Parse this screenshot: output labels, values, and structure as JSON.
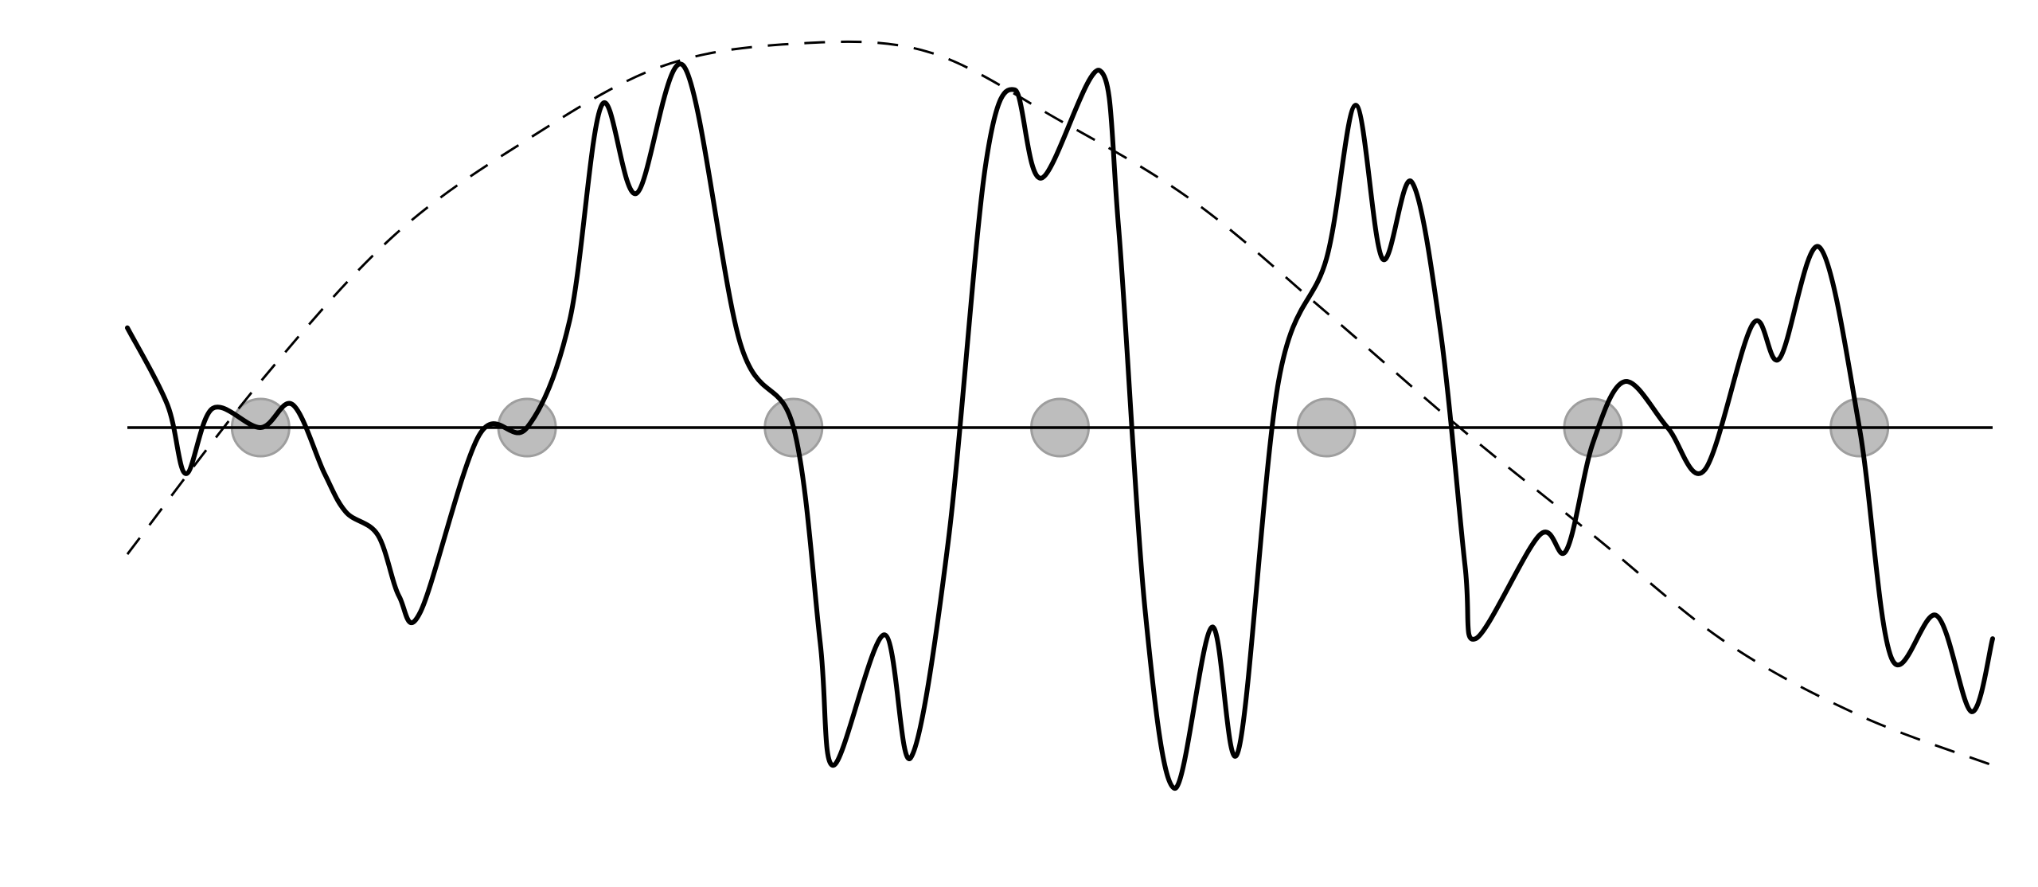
{
  "chart_data": {
    "type": "line",
    "title": "",
    "xlabel": "",
    "ylabel": "",
    "xlim": [
      0,
      7
    ],
    "ylim": [
      -1.05,
      1.05
    ],
    "grid": false,
    "axes_visible": false,
    "legend": "none",
    "baseline": {
      "y": 0
    },
    "sample_markers": {
      "x": [
        0.5,
        1.5,
        2.5,
        3.5,
        4.5,
        5.5,
        6.5
      ],
      "y": 0
    },
    "series": [
      {
        "style": "solid",
        "points": [
          [
            0.0,
            0.26
          ],
          [
            0.15,
            0.06
          ],
          [
            0.22,
            -0.12
          ],
          [
            0.32,
            0.05
          ],
          [
            0.5,
            0.0
          ],
          [
            0.62,
            0.06
          ],
          [
            0.74,
            -0.12
          ],
          [
            0.82,
            -0.22
          ],
          [
            0.94,
            -0.28
          ],
          [
            1.02,
            -0.44
          ],
          [
            1.1,
            -0.48
          ],
          [
            1.32,
            -0.02
          ],
          [
            1.5,
            0.0
          ],
          [
            1.66,
            0.28
          ],
          [
            1.78,
            0.84
          ],
          [
            1.91,
            0.61
          ],
          [
            2.09,
            0.94
          ],
          [
            2.3,
            0.22
          ],
          [
            2.5,
            0.0
          ],
          [
            2.6,
            -0.56
          ],
          [
            2.65,
            -0.88
          ],
          [
            2.84,
            -0.54
          ],
          [
            2.94,
            -0.86
          ],
          [
            3.08,
            -0.3
          ],
          [
            3.22,
            0.68
          ],
          [
            3.33,
            0.88
          ],
          [
            3.43,
            0.65
          ],
          [
            3.65,
            0.93
          ],
          [
            3.72,
            0.52
          ],
          [
            3.82,
            -0.48
          ],
          [
            3.93,
            -0.94
          ],
          [
            4.07,
            -0.52
          ],
          [
            4.17,
            -0.84
          ],
          [
            4.32,
            0.12
          ],
          [
            4.5,
            0.44
          ],
          [
            4.61,
            0.84
          ],
          [
            4.71,
            0.44
          ],
          [
            4.82,
            0.64
          ],
          [
            4.93,
            0.24
          ],
          [
            5.02,
            -0.36
          ],
          [
            5.06,
            -0.55
          ],
          [
            5.3,
            -0.28
          ],
          [
            5.4,
            -0.32
          ],
          [
            5.5,
            -0.04
          ],
          [
            5.62,
            0.12
          ],
          [
            5.78,
            0.0
          ],
          [
            5.92,
            -0.11
          ],
          [
            6.1,
            0.27
          ],
          [
            6.2,
            0.18
          ],
          [
            6.35,
            0.47
          ],
          [
            6.5,
            0.0
          ],
          [
            6.62,
            -0.6
          ],
          [
            6.79,
            -0.49
          ],
          [
            6.92,
            -0.74
          ],
          [
            7.0,
            -0.55
          ]
        ]
      },
      {
        "style": "dashed",
        "points": [
          [
            0.0,
            -0.33
          ],
          [
            0.5,
            0.12
          ],
          [
            1.0,
            0.5
          ],
          [
            1.5,
            0.75
          ],
          [
            2.0,
            0.94
          ],
          [
            2.5,
            1.0
          ],
          [
            3.0,
            0.98
          ],
          [
            3.5,
            0.8
          ],
          [
            4.0,
            0.59
          ],
          [
            4.5,
            0.3
          ],
          [
            5.0,
            0.0
          ],
          [
            5.5,
            -0.28
          ],
          [
            6.0,
            -0.56
          ],
          [
            6.5,
            -0.75
          ],
          [
            7.0,
            -0.88
          ]
        ]
      }
    ]
  },
  "colors": {
    "curve": "#000000",
    "envelope": "#000000",
    "baseline": "#000000",
    "marker_fill": "#bdbdbd",
    "marker_stroke": "#9e9e9e",
    "background": "#ffffff"
  }
}
